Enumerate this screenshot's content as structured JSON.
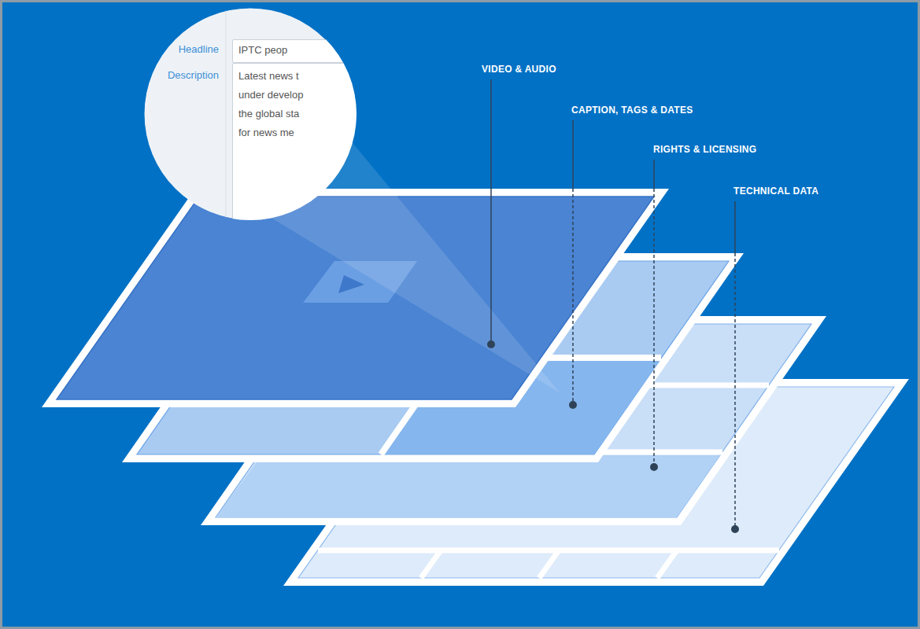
{
  "diagram": {
    "nodes": [
      {
        "text": [
          "Headline",
          "Description"
        ]
      },
      {
        "text": [
          "IPTC peop"
        ],
        "in": 0
      },
      {
        "text": [
          "Latest news t",
          "under develop",
          "the global sta",
          "for news me"
        ],
        "in": 0
      }
    ],
    "labels": [
      "VIDEO & AUDIO",
      "CAPTION, TAGS & DATES",
      "RIGHTS & LICENSING",
      "TECHNICAL DATA"
    ]
  }
}
